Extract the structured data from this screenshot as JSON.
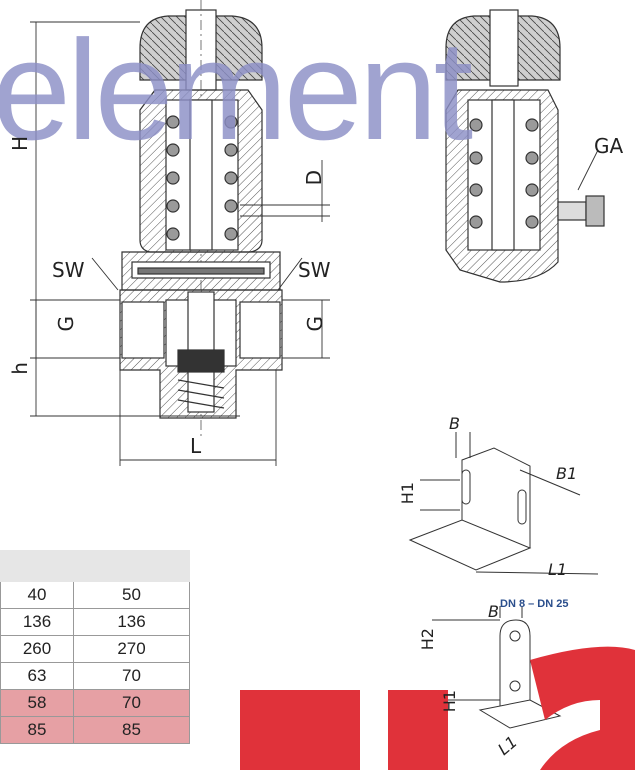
{
  "watermark": {
    "text": "element"
  },
  "main_drawing": {
    "labels": {
      "H": "H",
      "D": "D",
      "G_left": "G",
      "G_right": "G",
      "h": "h",
      "L": "L",
      "SW_left": "SW",
      "SW_right": "SW"
    }
  },
  "side_drawing": {
    "labels": {
      "GA": "GA"
    }
  },
  "bracket_1": {
    "labels": {
      "B": "B",
      "B1": "B1",
      "H1": "H1",
      "L1": "L1"
    },
    "caption": "DN 8 – DN 25"
  },
  "bracket_2": {
    "labels": {
      "B": "B",
      "H2": "H2",
      "H1": "H1",
      "L1": "L1"
    }
  },
  "table": {
    "header": [
      "",
      ""
    ],
    "rows": [
      [
        "40",
        "50"
      ],
      [
        "136",
        "136"
      ],
      [
        "260",
        "270"
      ],
      [
        "63",
        "70"
      ],
      [
        "58",
        "70"
      ],
      [
        "85",
        "85"
      ]
    ],
    "highlight_color": "#e6a0a4"
  },
  "colors": {
    "accent": "#e0323a",
    "watermark": "#8c8fc6",
    "caption": "#2a4e8c"
  }
}
